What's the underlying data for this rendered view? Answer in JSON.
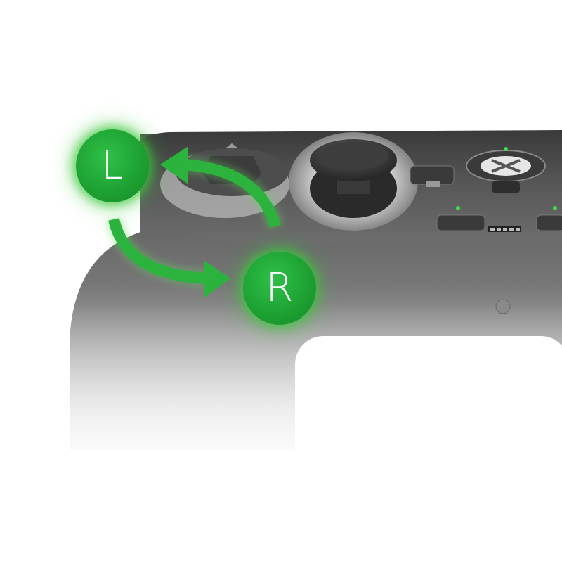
{
  "colors": {
    "badge_green": "#1ea233",
    "arrow_green": "#2bb33d",
    "glow": "#5fdc5f",
    "controller_shell": "#5c5c5c",
    "controller_dark": "#2f2f2f",
    "indicator_led": "#3ddc4a",
    "background": "#ffffff"
  },
  "badges": {
    "left_label": "L",
    "right_label": "R"
  },
  "arrows": [
    {
      "name": "curved-arrow-up-left-icon",
      "from": "right-badge",
      "to": "left-badge"
    },
    {
      "name": "curved-arrow-down-right-icon",
      "from": "left-badge",
      "to": "right-badge"
    }
  ],
  "icons": [
    "thumbstick-icon",
    "d-pad-icon",
    "xbox-logo-icon",
    "view-button-icon",
    "share-button-icon",
    "led-indicator-icon",
    "speaker-grille-icon",
    "headset-jack-icon"
  ]
}
